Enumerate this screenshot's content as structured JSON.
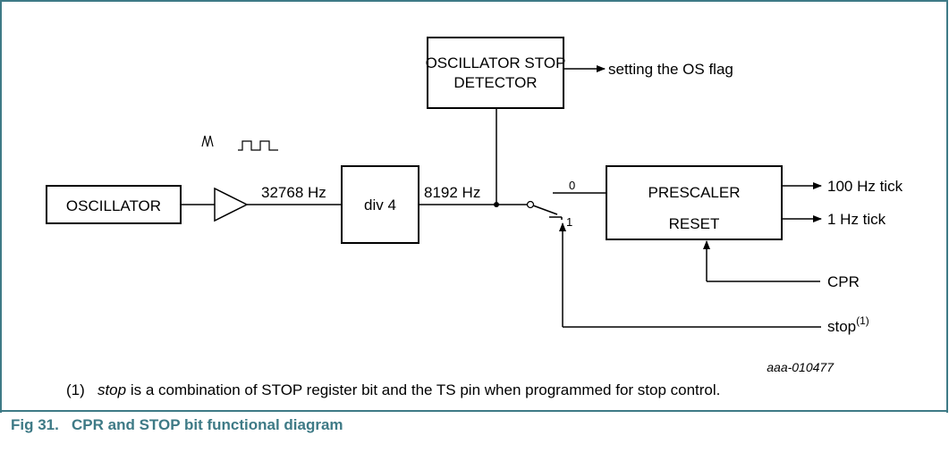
{
  "diagram": {
    "blocks": {
      "oscillator": "OSCILLATOR",
      "div4": "div 4",
      "stop_detector_line1": "OSCILLATOR STOP",
      "stop_detector_line2": "DETECTOR",
      "prescaler_line1": "PRESCALER",
      "prescaler_line2": "RESET"
    },
    "labels": {
      "freq_in": "32768 Hz",
      "freq_out": "8192 Hz",
      "os_flag": "setting the OS flag",
      "tick_100": "100 Hz tick",
      "tick_1": "1 Hz tick",
      "cpr": "CPR",
      "stop": "stop",
      "stop_sup": "(1)",
      "switch_0": "0",
      "switch_1": "1",
      "figure_code": "aaa-010477"
    }
  },
  "caption": {
    "note_number": "(1)",
    "note_italic": "stop",
    "note_text": " is a combination of STOP register bit and the TS pin when programmed for stop control.",
    "figure_title": "Fig 31.   CPR and STOP bit functional diagram"
  },
  "colors": {
    "frame": "#3e7a86",
    "title": "#3e7a86"
  }
}
